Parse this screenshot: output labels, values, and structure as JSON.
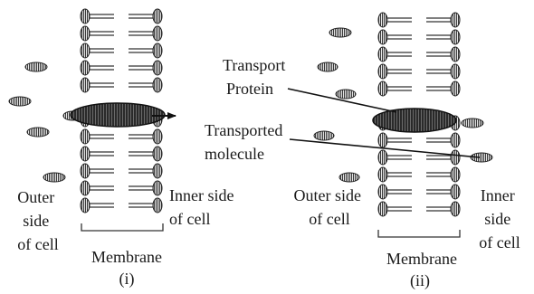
{
  "panels": [
    {
      "outer_label": [
        "Outer",
        "side",
        "of cell"
      ],
      "inner_label": [
        "Inner side",
        "of cell"
      ],
      "membrane_label": "Membrane",
      "panel_label": "(i)"
    },
    {
      "outer_label": [
        "Outer side",
        "of cell"
      ],
      "inner_label": [
        "Inner",
        "side",
        "of cell"
      ],
      "membrane_label": "Membrane",
      "panel_label": "(ii)"
    }
  ],
  "annotations": {
    "transport_protein": [
      "Transport",
      "Protein"
    ],
    "transported_molecule": [
      "Transported",
      "molecule"
    ]
  }
}
